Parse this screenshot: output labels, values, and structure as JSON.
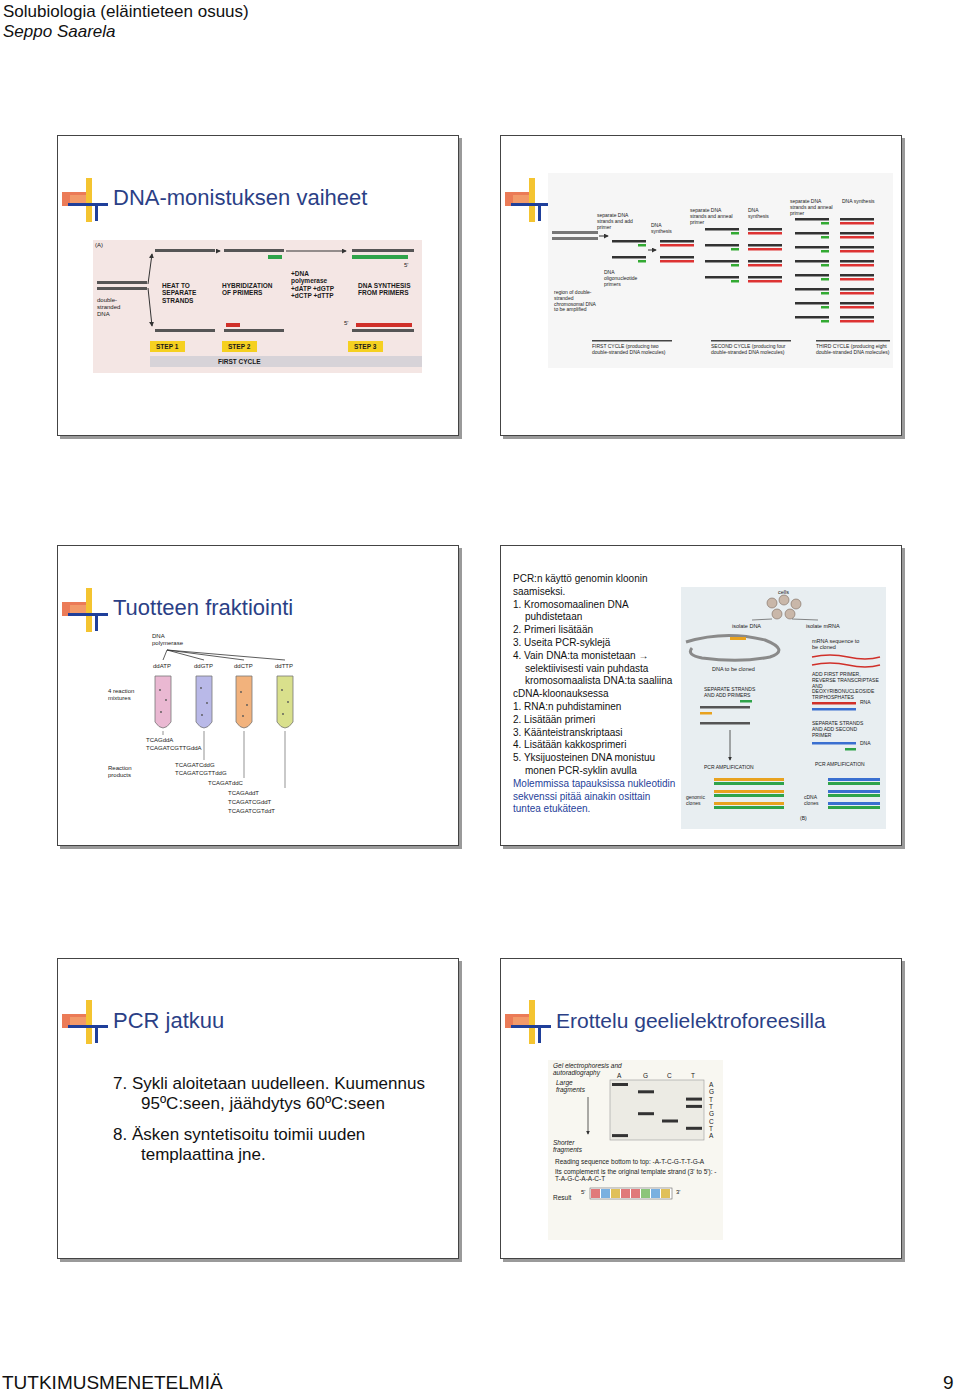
{
  "diagram": {
    "title": "Solubiologia (eläintieteen osuus)",
    "nodes": [
      {
        "text": [
          "DNA-monistuksen vaiheet"
        ]
      },
      {
        "text": [
          "Tuotteen fraktiointi"
        ]
      },
      {
        "text": [
          "PCR:n käyttö genomin kloonin saamiseksi.",
          "1. Kromosomaalinen DNA puhdistetaan",
          "2. Primeri lisätään",
          "3. Useita PCR-syklejä",
          "4. Vain DNA:ta monistetaan → selektiivisesti vain puhdasta kromosomaalista DNA:ta saaliina",
          "cDNA-kloonauksessa",
          "1. RNA:n puhdistaminen",
          "2. Lisätään primeri",
          "3. Käänteistranskriptaasi",
          "4. Lisätään kakkosprimeri",
          "5. Yksijuosteinen DNA monistuu monen PCR-syklin avulla",
          "Molemmissa tapauksissa nukleotidin sekvenssi pitää ainakin osittain tuntea etukäteen."
        ]
      },
      {
        "text": [
          "PCR jatkuu",
          "7. Sykli aloitetaan uudelleen. Kuumennus 95ºC:seen, jäähdytys 60ºC:seen",
          "8. Äsken syntetisoitu toimii uuden templaattina jne."
        ]
      },
      {
        "text": [
          "Erottelu geelielektroforeesilla"
        ]
      }
    ],
    "labels": [
      "Seppo Saarela",
      "(A)",
      "double-stranded DNA",
      "HEAT TO SEPARATE STRANDS",
      "HYBRIDIZATION OF PRIMERS",
      "+DNA polymerase +dATP +dGTP +dCTP +dTTP",
      "DNA SYNTHESIS FROM PRIMERS",
      "5'",
      "5'",
      "STEP 1",
      "STEP 2",
      "STEP 3",
      "FIRST CYCLE",
      "separate DNA strands and add primer",
      "DNA synthesis",
      "separate DNA strands and anneal primer",
      "DNA synthesis",
      "separate DNA strands and anneal primer",
      "DNA synthesis",
      "DNA oligonucleotide primers",
      "region of double-stranded chromosomal DNA to be amplified",
      "FIRST CYCLE (producing two double-stranded DNA molecules)",
      "SECOND CYCLE (producing four double-stranded DNA molecules)",
      "THIRD CYCLE (producing eight double-stranded DNA molecules)",
      "DNA polymerase",
      "ddATP",
      "ddGTP",
      "ddCTP",
      "ddTTP",
      "4 reaction mixtures",
      "Reaction products",
      "TCAGddA",
      "TCAGATCGTTGddA",
      "TCAGATCddG",
      "TCAGATCGTTddG",
      "TCAGATddC",
      "TCAGAddT",
      "TCAGATCGddT",
      "TCAGATCGTddT",
      "cells",
      "isolate DNA",
      "isolate mRNA",
      "DNA to be cloned",
      "mRNA sequence to be cloned",
      "ADD FIRST PRIMER, REVERSE TRANSCRIPTASE AND DEOXYRIBONUCLEOSIDE TRIPHOSPHATES",
      "SEPARATE STRANDS AND ADD PRIMERS",
      "RNA",
      "DNA",
      "SEPARATE STRANDS AND ADD SECOND PRIMER",
      "PCR AMPLIFICATION",
      "PCR AMPLIFICATION",
      "genomic clones",
      "cDNA clones",
      "(B)",
      "Gel electrophoresis and autoradiography",
      "A",
      "G",
      "C",
      "T",
      "Large fragments",
      "A",
      "G",
      "T",
      "T",
      "G",
      "C",
      "T",
      "A",
      "Shorter fragments",
      "Reading sequence bottom to top: -A-T-C-G-T-T-G-A",
      "Its complement is the original template strand (3' to 5'): -T-A-G-C-A-A-C-T",
      "Result",
      "5'",
      "3'",
      "TUTKIMUSMENETELMIÄ",
      "9"
    ]
  }
}
